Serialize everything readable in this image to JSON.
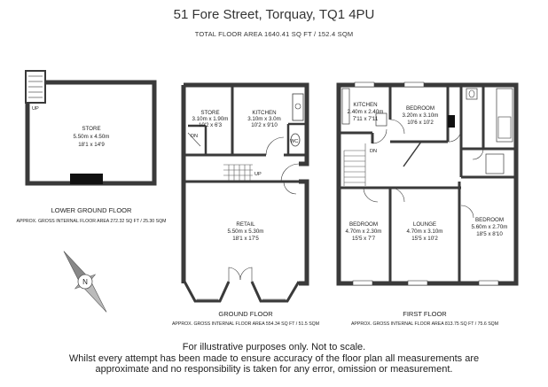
{
  "header": {
    "title": "51 Fore Street, Torquay, TQ1 4PU",
    "total_area": "TOTAL FLOOR AREA 1640.41 SQ FT / 152.4 SQM"
  },
  "floors": {
    "lower": {
      "label": "LOWER GROUND FLOOR",
      "area": "APPROX. GROSS INTERNAL FLOOR AREA 272.32 SQ FT / 25.30 SQM",
      "store": {
        "name": "STORE",
        "metric": "5.50m x 4.50m",
        "imperial": "18'1 x 14'9"
      },
      "up_label": "UP"
    },
    "ground": {
      "label": "GROUND FLOOR",
      "area": "APPROX. GROSS INTERNAL FLOOR AREA 554.34 SQ FT / 51.5 SQM",
      "store": {
        "name": "STORE",
        "metric": "3.10m x 1.90m",
        "imperial": "10'2 x 6'3"
      },
      "kitchen": {
        "name": "KITCHEN",
        "metric": "3.10m x 3.0m",
        "imperial": "10'2 x 9'10"
      },
      "retail": {
        "name": "RETAIL",
        "metric": "5.50m x 5.30m",
        "imperial": "18'1 x 17'5"
      },
      "dn_label": "DN",
      "up_label": "UP",
      "wc_label": "WC"
    },
    "first": {
      "label": "FIRST FLOOR",
      "area": "APPROX. GROSS INTERNAL FLOOR AREA 813.75 SQ FT / 75.6 SQM",
      "kitchen": {
        "name": "KITCHEN",
        "metric": "2.40m x 2.40m",
        "imperial": "7'11 x 7'11"
      },
      "bedroom1": {
        "name": "BEDROOM",
        "metric": "3.20m x 3.10m",
        "imperial": "10'6 x 10'2"
      },
      "bedroom2": {
        "name": "BEDROOM",
        "metric": "4.70m x 2.30m",
        "imperial": "15'5 x 7'7"
      },
      "lounge": {
        "name": "LOUNGE",
        "metric": "4.70m x 3.10m",
        "imperial": "15'5 x 10'2"
      },
      "bedroom3": {
        "name": "BEDROOM",
        "metric": "5.60m x 2.70m",
        "imperial": "18'5 x 8'10"
      },
      "dn_label": "DN"
    }
  },
  "compass": {
    "label": "N"
  },
  "disclaimer": {
    "line1": "For illustrative purposes only. Not to scale.",
    "line2": "Whilst every attempt has been made to ensure accuracy of the floor plan all measurements are",
    "line3": "approximate and no responsibility is taken for any error, omission or measurement."
  }
}
